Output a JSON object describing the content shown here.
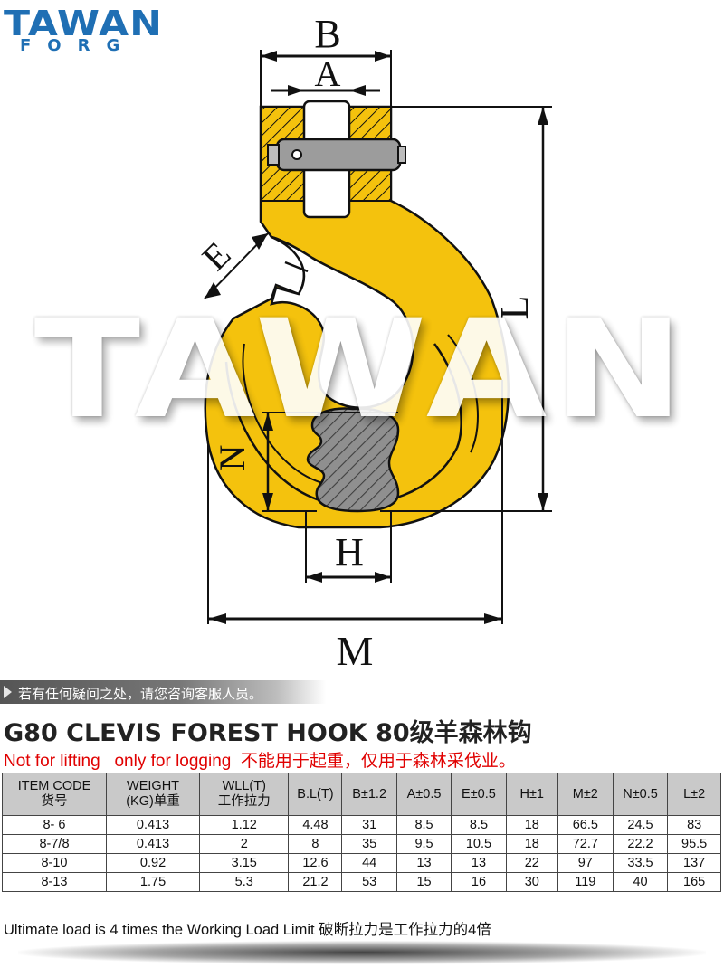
{
  "brand": {
    "name": "TAWAN",
    "sub": "FORG"
  },
  "watermark": "TAWAN",
  "drawing": {
    "labels": {
      "B": "B",
      "A": "A",
      "E": "E",
      "L": "L",
      "N": "N",
      "H": "H",
      "M": "M"
    },
    "colors": {
      "body": "#f4c20d",
      "outline": "#111111",
      "pin": "#9a9a9a",
      "hatch": "#555555"
    }
  },
  "banner": {
    "text": "若有任何疑问之处，请您咨询客服人员。"
  },
  "title": "G80 CLEVIS FOREST HOOK 80级羊森林钩",
  "subtitle": "Not for lifting   only for logging  不能用于起重，仅用于森林采伐业。",
  "table": {
    "headers": [
      [
        "ITEM CODE",
        "货号"
      ],
      [
        "WEIGHT",
        "(KG)单重"
      ],
      [
        "WLL(T)",
        "工作拉力"
      ],
      [
        "B.L(T)",
        ""
      ],
      [
        "B±1.2",
        ""
      ],
      [
        "A±0.5",
        ""
      ],
      [
        "E±0.5",
        ""
      ],
      [
        "H±1",
        ""
      ],
      [
        "M±2",
        ""
      ],
      [
        "N±0.5",
        ""
      ],
      [
        "L±2",
        ""
      ]
    ],
    "rows": [
      [
        "8- 6",
        "0.413",
        "1.12",
        "4.48",
        "31",
        "8.5",
        "8.5",
        "18",
        "66.5",
        "24.5",
        "83"
      ],
      [
        "8-7/8",
        "0.413",
        "2",
        "8",
        "35",
        "9.5",
        "10.5",
        "18",
        "72.7",
        "22.2",
        "95.5"
      ],
      [
        "8-10",
        "0.92",
        "3.15",
        "12.6",
        "44",
        "13",
        "13",
        "22",
        "97",
        "33.5",
        "137"
      ],
      [
        "8-13",
        "1.75",
        "5.3",
        "21.2",
        "53",
        "15",
        "16",
        "30",
        "119",
        "40",
        "165"
      ]
    ]
  },
  "footnote": "Ultimate load is 4 times the Working Load Limit 破断拉力是工作拉力的4倍"
}
